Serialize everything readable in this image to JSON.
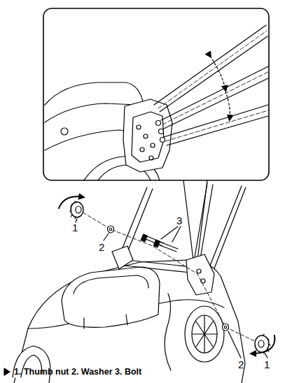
{
  "diagram": {
    "caption": "1. Thumb nut 2. Washer 3. Bolt",
    "labels": [
      "1",
      "2",
      "3",
      "2",
      "1"
    ]
  }
}
